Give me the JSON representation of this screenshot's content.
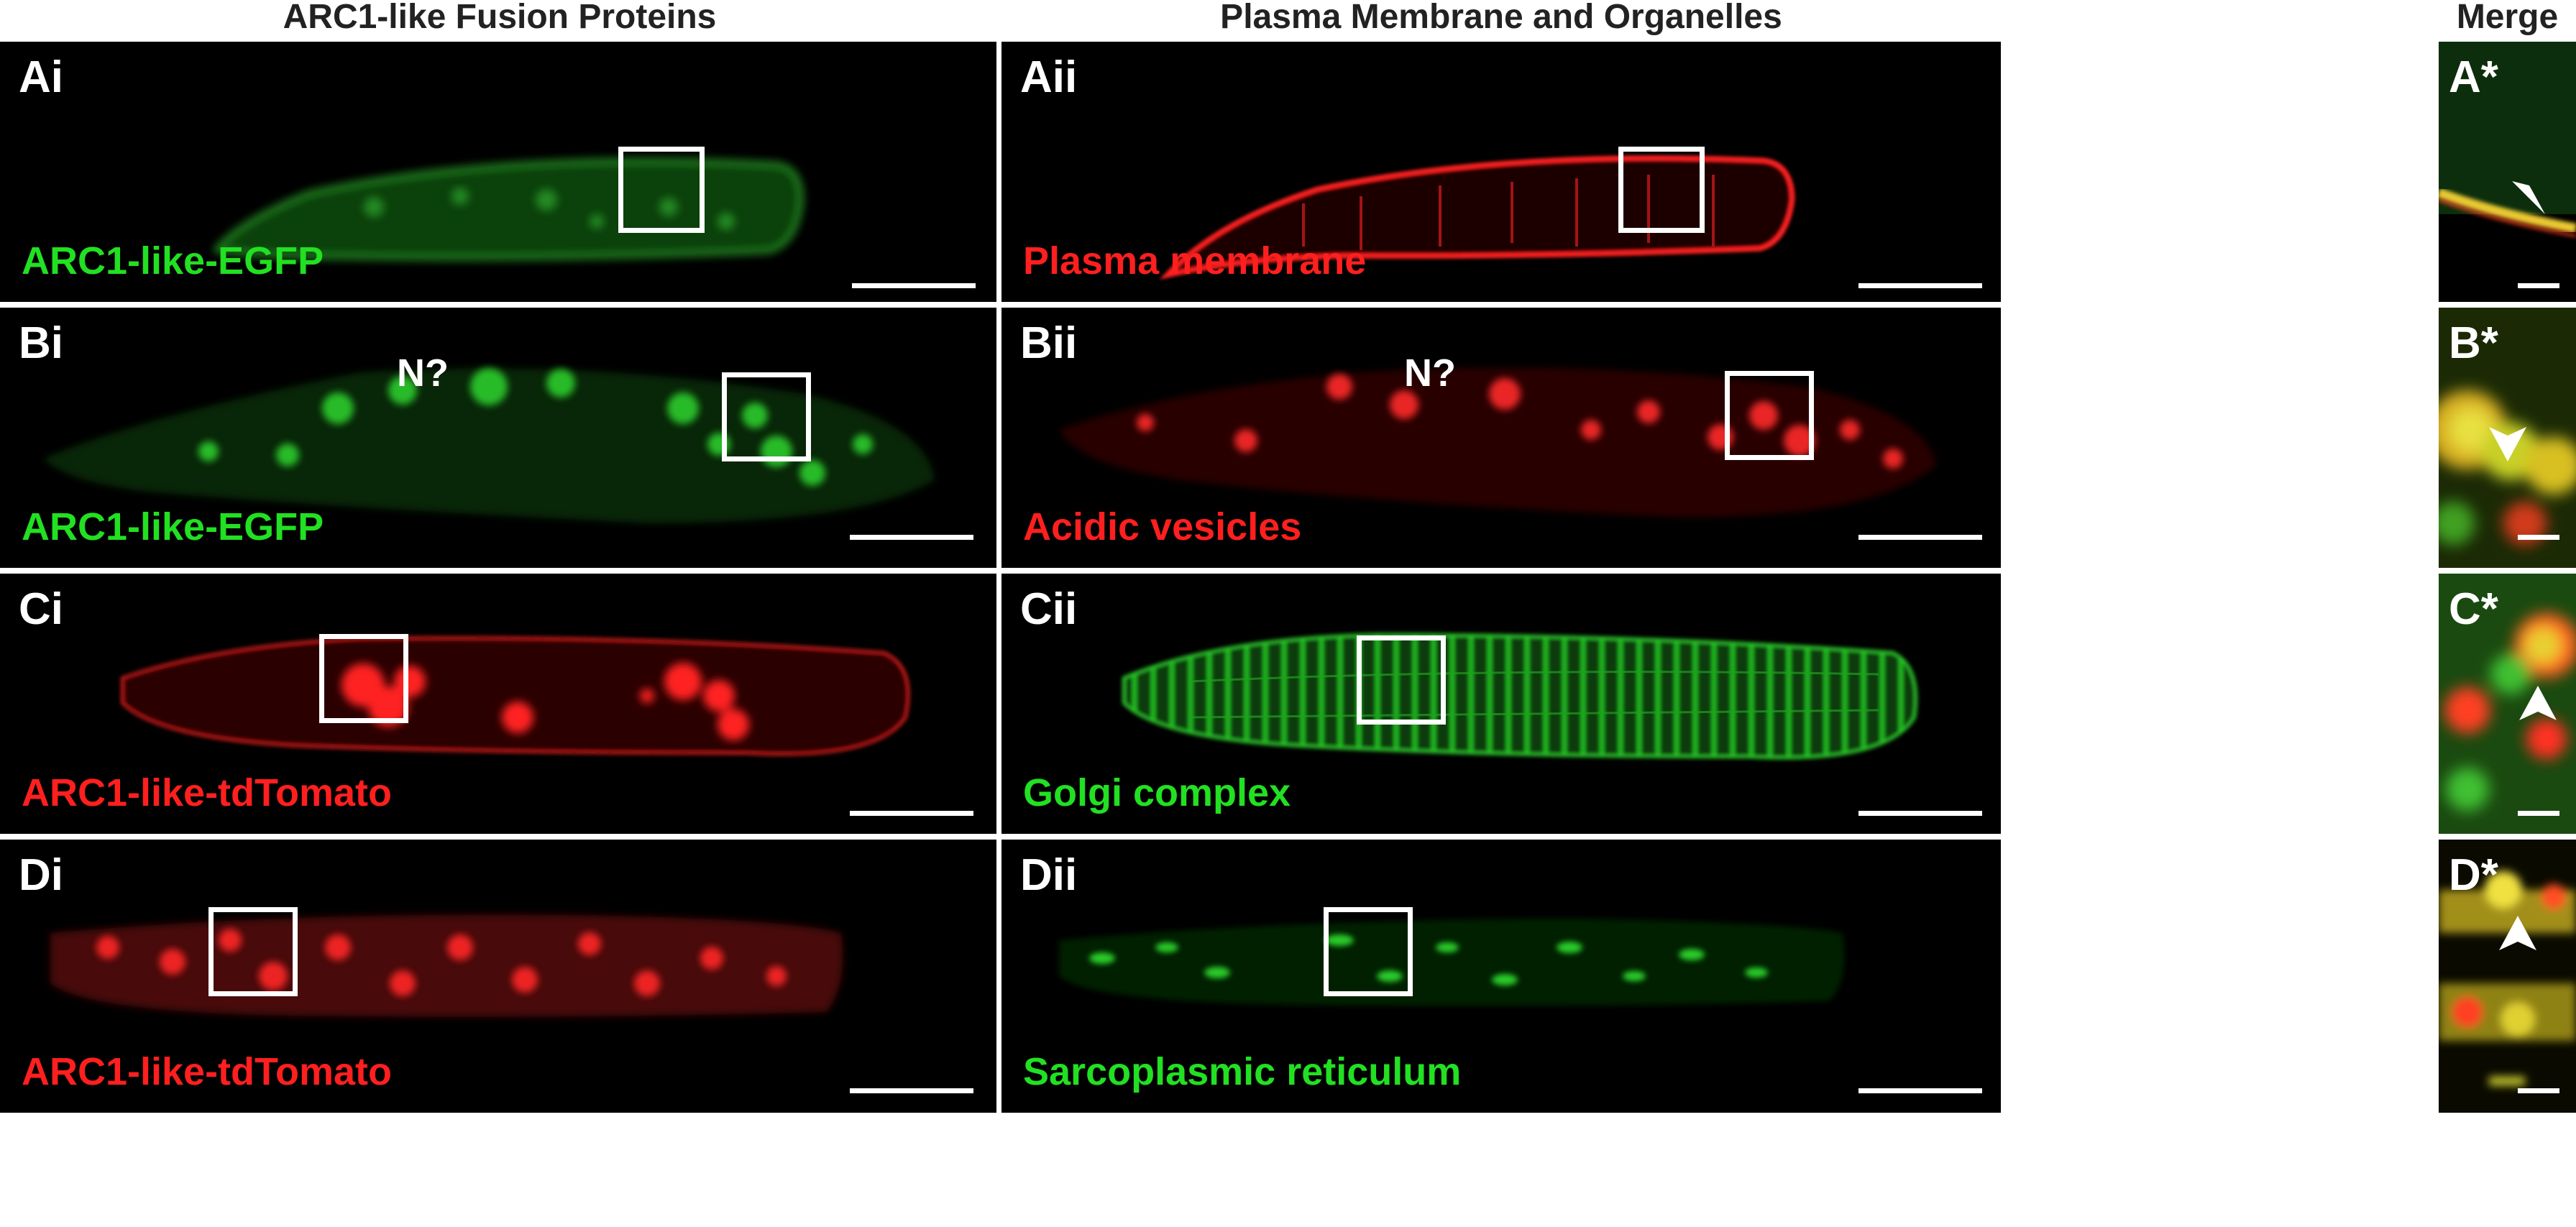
{
  "headers": {
    "left": "ARC1-like Fusion Proteins",
    "middle": "Plasma Membrane and Organelles",
    "right": "Merge"
  },
  "rows": [
    {
      "left": {
        "label": "Ai",
        "caption": "ARC1-like-EGFP",
        "caption_color": "#22e022"
      },
      "mid": {
        "label": "Aii",
        "caption": "Plasma membrane",
        "caption_color": "#ff1f1f"
      },
      "merge": {
        "label": "A*"
      }
    },
    {
      "left": {
        "label": "Bi",
        "caption": "ARC1-like-EGFP",
        "caption_color": "#22e022",
        "marker": "N?"
      },
      "mid": {
        "label": "Bii",
        "caption": "Acidic vesicles",
        "caption_color": "#ff1f1f",
        "marker": "N?"
      },
      "merge": {
        "label": "B*"
      }
    },
    {
      "left": {
        "label": "Ci",
        "caption": "ARC1-like-tdTomato",
        "caption_color": "#ff1f1f"
      },
      "mid": {
        "label": "Cii",
        "caption": "Golgi complex",
        "caption_color": "#22e022"
      },
      "merge": {
        "label": "C*"
      }
    },
    {
      "left": {
        "label": "Di",
        "caption": "ARC1-like-tdTomato",
        "caption_color": "#ff1f1f"
      },
      "mid": {
        "label": "Dii",
        "caption": "Sarcoplasmic reticulum",
        "caption_color": "#22e022"
      },
      "merge": {
        "label": "D*"
      }
    }
  ],
  "colors": {
    "green": "#22e022",
    "red": "#ff1f1f",
    "yellow": "#e8e030",
    "background": "#000000",
    "annotation": "#ffffff"
  }
}
